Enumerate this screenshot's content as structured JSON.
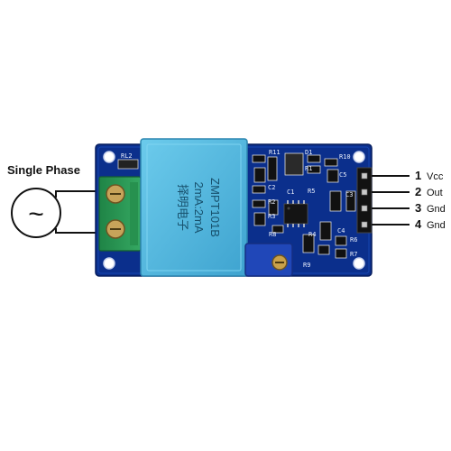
{
  "source_label": "Single Phase",
  "source_symbol": "~",
  "module": {
    "transformer_lines": [
      "ZMPT101B",
      "2mA:2mA",
      "择明电子"
    ],
    "silkscreen": [
      "RL2",
      "R11",
      "D1",
      "R10",
      "C2",
      "R1",
      "C5",
      "R2",
      "R5",
      "C3",
      "C1",
      "R3",
      "R4",
      "R8",
      "R9",
      "R6",
      "R7",
      "C4"
    ],
    "colors": {
      "pcb": "#0b2f8c",
      "transformer": "#52b7dd",
      "terminal": "#2c9c57",
      "potentiometer": "#2047b8"
    }
  },
  "pins": [
    {
      "number": "1",
      "name": "Vcc"
    },
    {
      "number": "2",
      "name": "Out"
    },
    {
      "number": "3",
      "name": "Gnd"
    },
    {
      "number": "4",
      "name": "Gnd"
    }
  ]
}
